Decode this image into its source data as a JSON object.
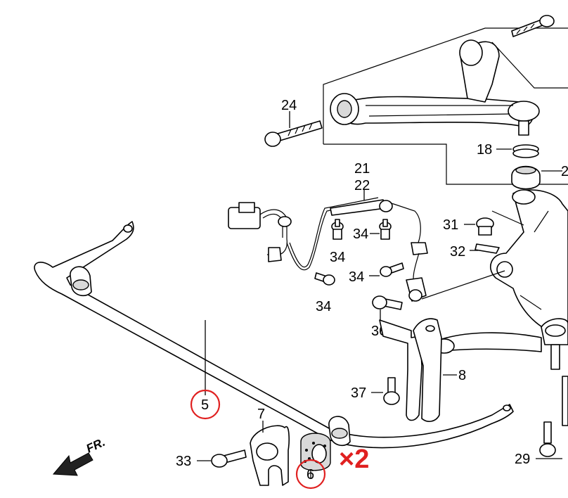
{
  "colors": {
    "line": "#000000",
    "highlight": "#e02020",
    "background": "#ffffff"
  },
  "callouts": {
    "c24": "24",
    "c21": "21",
    "c22": "22",
    "c18": "18",
    "c2x": "2",
    "c31": "31",
    "c32": "32",
    "c34a": "34",
    "c34b": "34",
    "c34c": "34",
    "c34d": "34",
    "c36": "36",
    "c5": "5",
    "c8": "8",
    "c37": "37",
    "c7": "7",
    "c6": "6",
    "c33": "33",
    "c29": "29"
  },
  "quantity_note": "×2",
  "direction_label": "FR.",
  "highlighted_parts": [
    "5",
    "6"
  ]
}
